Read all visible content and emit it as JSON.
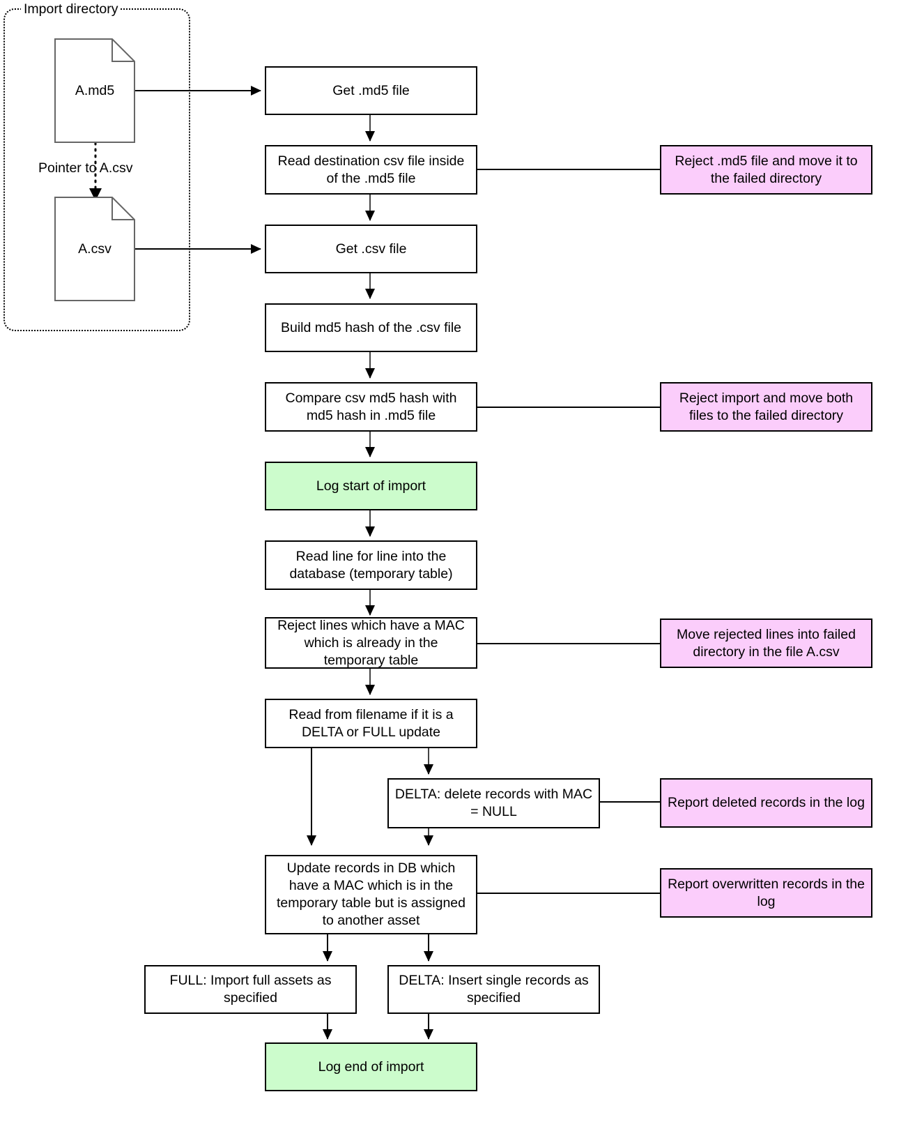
{
  "diagram": {
    "title": "CSV/MD5 import process flowchart",
    "colors": {
      "pink": "#fbcdfb",
      "green": "#ccfccc",
      "stroke": "#000000",
      "background": "#ffffff"
    }
  },
  "import_group": {
    "label": "Import directory",
    "pointer_label": "Pointer to A.csv",
    "files": [
      {
        "name": "A.md5"
      },
      {
        "name": "A.csv"
      }
    ]
  },
  "main_flow": [
    {
      "id": "get-md5",
      "label": "Get .md5 file",
      "fill": "white"
    },
    {
      "id": "read-destination",
      "label": "Read destination csv file inside of the .md5 file",
      "fill": "white"
    },
    {
      "id": "get-csv",
      "label": "Get .csv file",
      "fill": "white"
    },
    {
      "id": "build-hash",
      "label": "Build md5 hash of the .csv file",
      "fill": "white"
    },
    {
      "id": "compare-hash",
      "label": "Compare csv md5 hash with md5 hash in .md5 file",
      "fill": "white"
    },
    {
      "id": "log-start",
      "label": "Log start of import",
      "fill": "green"
    },
    {
      "id": "read-lines",
      "label": "Read line for line into the database (temporary table)",
      "fill": "white"
    },
    {
      "id": "reject-lines",
      "label": "Reject lines which have a MAC which is already in the temporary table",
      "fill": "white"
    },
    {
      "id": "read-filename",
      "label": "Read from filename if it is a DELTA or FULL update",
      "fill": "white"
    },
    {
      "id": "delta-delete",
      "label": "DELTA: delete records with MAC = NULL",
      "fill": "white"
    },
    {
      "id": "update-records",
      "label": "Update records in DB which have a MAC which is in the temporary table but is assigned to another asset",
      "fill": "white"
    },
    {
      "id": "full-import",
      "label": "FULL: Import full assets as specified",
      "fill": "white"
    },
    {
      "id": "delta-insert",
      "label": "DELTA: Insert single records as specified",
      "fill": "white"
    },
    {
      "id": "log-end",
      "label": "Log end of import",
      "fill": "green"
    }
  ],
  "side_outcomes": [
    {
      "id": "reject-md5",
      "label": "Reject .md5 file and move it to the failed directory",
      "fill": "pink"
    },
    {
      "id": "reject-import",
      "label": "Reject import and move both files to the failed directory",
      "fill": "pink"
    },
    {
      "id": "move-rejected-lines",
      "label": "Move rejected lines into failed directory in the file A.csv",
      "fill": "pink"
    },
    {
      "id": "report-deleted",
      "label": "Report deleted records in the log",
      "fill": "pink"
    },
    {
      "id": "report-overwritten",
      "label": "Report overwritten records in the log",
      "fill": "pink"
    }
  ]
}
